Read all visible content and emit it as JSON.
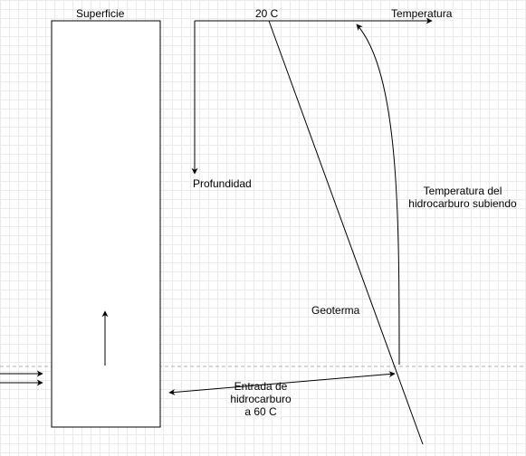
{
  "diagram": {
    "well_label": "Superficie",
    "surface_temp_label": "20 C",
    "temperature_axis_label": "Temperatura",
    "depth_axis_label": "Profundidad",
    "hydrocarbon_temp_label": "Temperatura del\nhidrocarburo subiendo",
    "geotherm_label": "Geoterma",
    "inflow_label": "Entrada de\nhidrocarburo\na 60 C"
  }
}
